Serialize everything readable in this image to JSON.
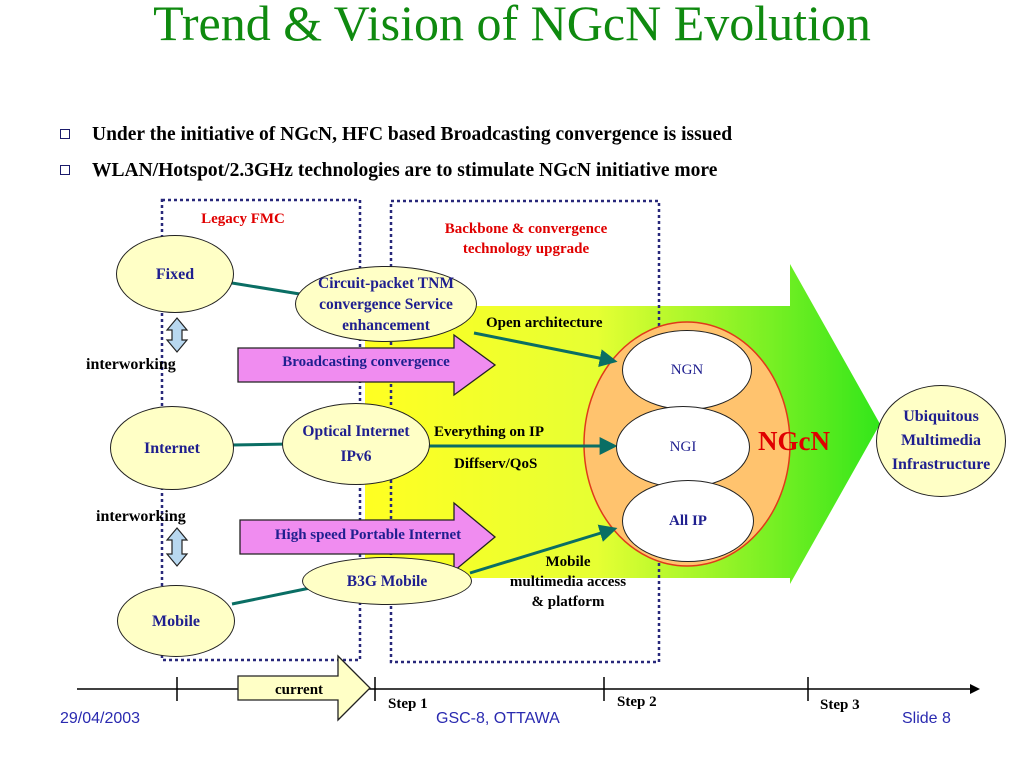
{
  "title": "Trend & Vision of NGcN Evolution",
  "bullets": [
    "Under the initiative of NGcN, HFC based Broadcasting convergence is issued",
    "WLAN/Hotspot/2.3GHz technologies are to stimulate NGcN initiative more"
  ],
  "legacy_box_label": "Legacy FMC",
  "backbone_box_label": "Backbone & convergence technology upgrade",
  "left_nodes": {
    "fixed": "Fixed",
    "internet": "Internet",
    "mobile": "Mobile"
  },
  "interworking": [
    "interworking",
    "interworking"
  ],
  "middle_nodes": {
    "circuit_packet": "Circuit-packet TNM convergence Service enhancement",
    "optical_internet": "Optical Internet IPv6",
    "b3g_mobile": "B3G Mobile"
  },
  "pink_arrows": {
    "broadcasting": "Broadcasting convergence",
    "portable": "High speed Portable Internet"
  },
  "flow_labels": {
    "open_architecture": "Open architecture",
    "everything_on_ip": "Everything on IP",
    "diffserv": "Diffserv/QoS",
    "mobile_multimedia": "Mobile multimedia access & platform"
  },
  "core_nodes": {
    "ngn": "NGN",
    "ngi": "NGI",
    "all_ip": "All IP"
  },
  "ngcn_label": "NGcN",
  "ubiquitous": "Ubiquitous Multimedia Infrastructure",
  "timeline": {
    "current": "current",
    "step1": "Step 1",
    "step2": "Step 2",
    "step3": "Step 3"
  },
  "footer": {
    "date": "29/04/2003",
    "event": "GSC-8, OTTAWA",
    "slide": "Slide 8"
  },
  "colors": {
    "title": "#0f8a0f",
    "node_text": "#1f1f8f",
    "red_text": "#e00000",
    "connector": "#0a6e64",
    "pink": "#f08cf0",
    "node_fill": "#ffffc6"
  }
}
